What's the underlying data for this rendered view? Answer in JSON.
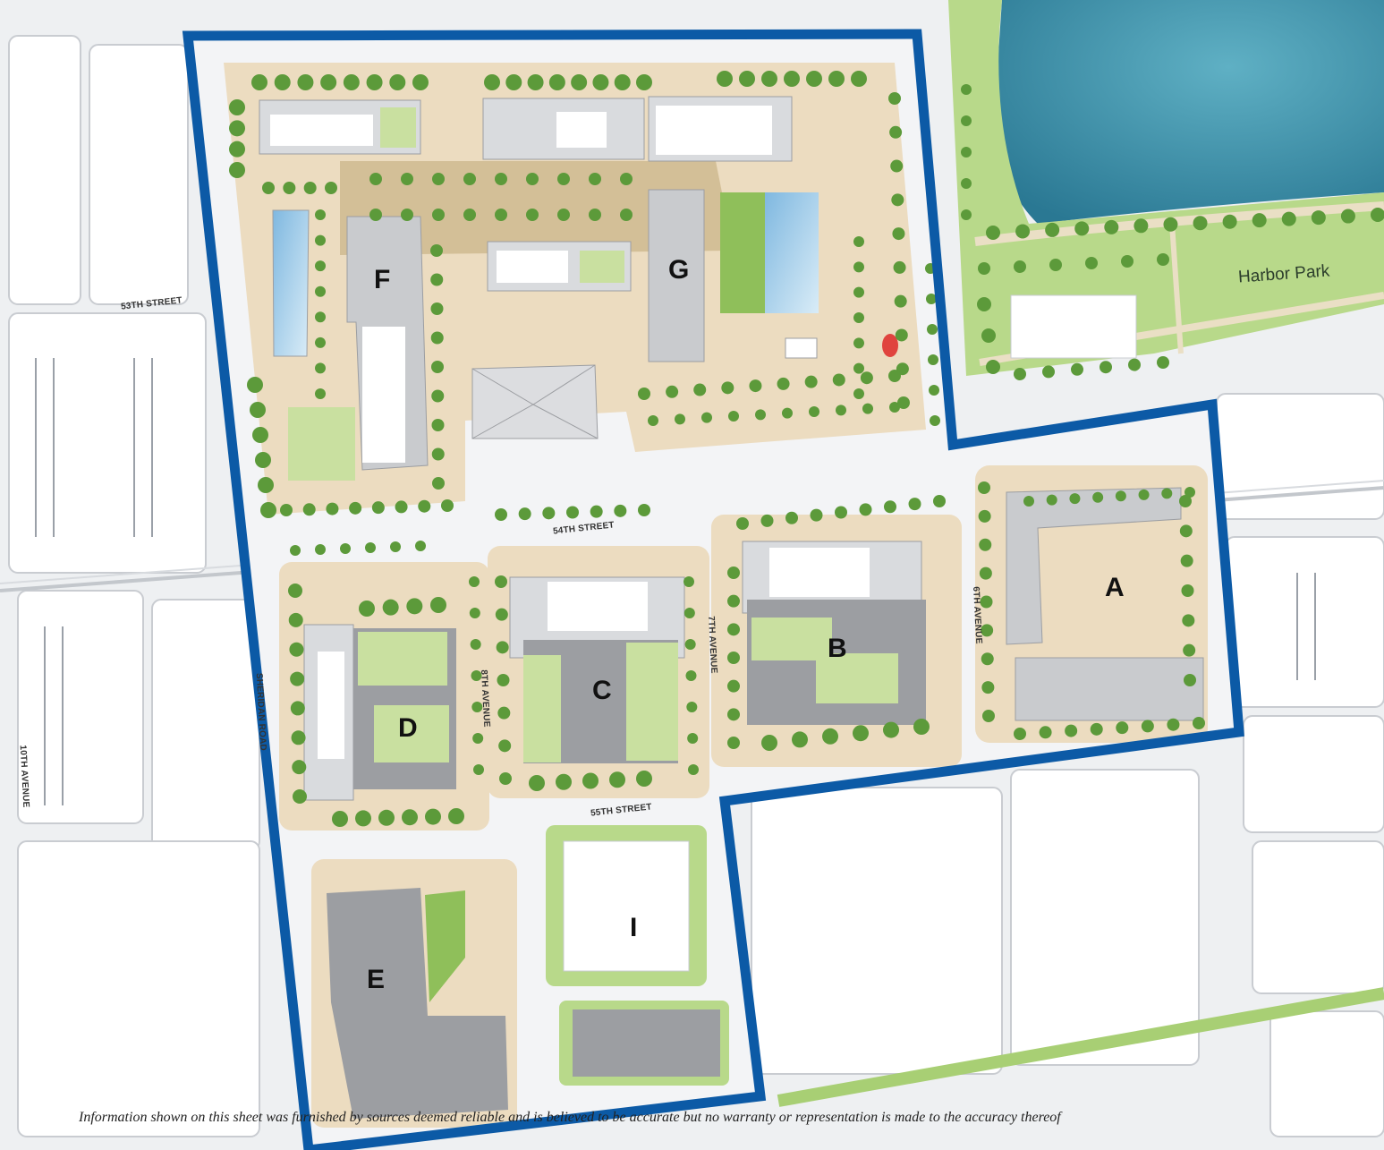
{
  "map": {
    "parcels": {
      "A": "A",
      "B": "B",
      "C": "C",
      "D": "D",
      "E": "E",
      "F": "F",
      "G": "G",
      "I": "I"
    },
    "streets": {
      "street_53": "53TH STREET",
      "street_54": "54TH STREET",
      "street_55": "55TH STREET",
      "ave_6": "6TH AVENUE",
      "ave_7": "7TH AVENUE",
      "ave_8": "8TH AVENUE",
      "ave_10": "10TH AVENUE",
      "sheridan": "SHERIDAN ROAD"
    },
    "landmarks": {
      "harbor_park": "Harbor Park"
    },
    "colors": {
      "boundary": "#0c5aa6",
      "water": "#3f8fa5",
      "park": "#b8d98a",
      "tree": "#5c9a3a",
      "plaza": "#ecdcc0",
      "building": "#9c9ea2",
      "roof_light": "#d9dbde",
      "green_roof": "#c9e0a0",
      "header_bar": "#e3262b"
    }
  },
  "footer": {
    "disclaimer": "Information shown on this sheet was furnished by sources deemed reliable and is believed to be accurate but no warranty or representation is made to the accuracy thereof"
  }
}
